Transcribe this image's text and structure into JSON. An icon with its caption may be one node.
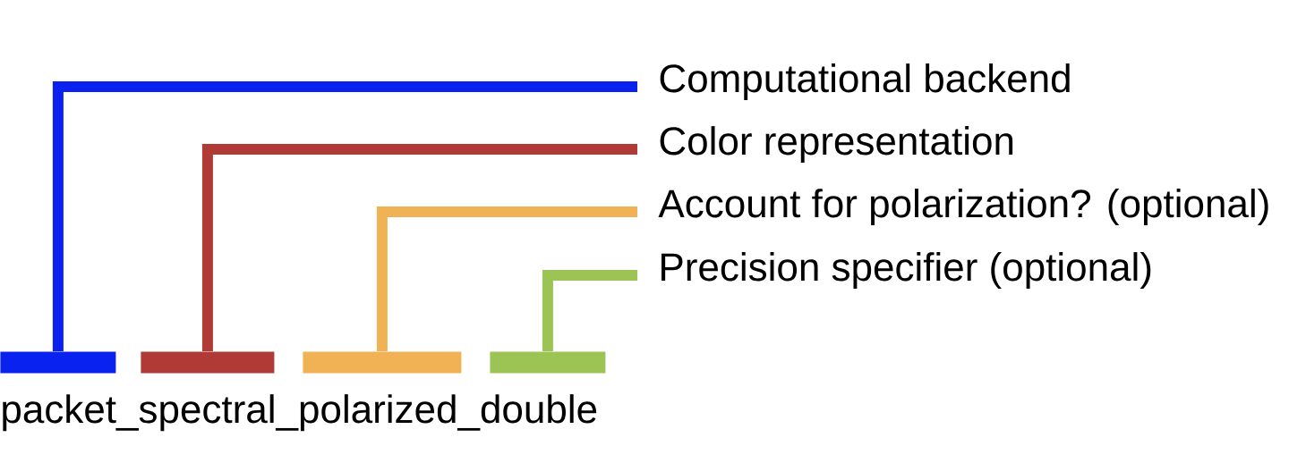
{
  "diagram": {
    "nodes": [
      {
        "text": [
          "Computational backend"
        ]
      },
      {
        "text": [
          "Color representation"
        ]
      },
      {
        "text": [
          "Account for polarization? (optional)"
        ]
      },
      {
        "text": [
          "Precision specifier (optional)"
        ]
      },
      {
        "text": [],
        "shape": "bar"
      },
      {
        "text": [],
        "shape": "bar"
      },
      {
        "text": [],
        "shape": "bar"
      },
      {
        "text": [],
        "shape": "bar"
      }
    ],
    "edges": [
      {
        "from": 0,
        "to": 4,
        "arrow": "none",
        "color": "#0a22f0"
      },
      {
        "from": 1,
        "to": 5,
        "arrow": "none",
        "color": "#b03a36"
      },
      {
        "from": 2,
        "to": 6,
        "arrow": "none",
        "color": "#f0b255"
      },
      {
        "from": 3,
        "to": 7,
        "arrow": "none",
        "color": "#9cc455"
      }
    ],
    "labels": [
      "packet_spectral_polarized_double"
    ]
  }
}
